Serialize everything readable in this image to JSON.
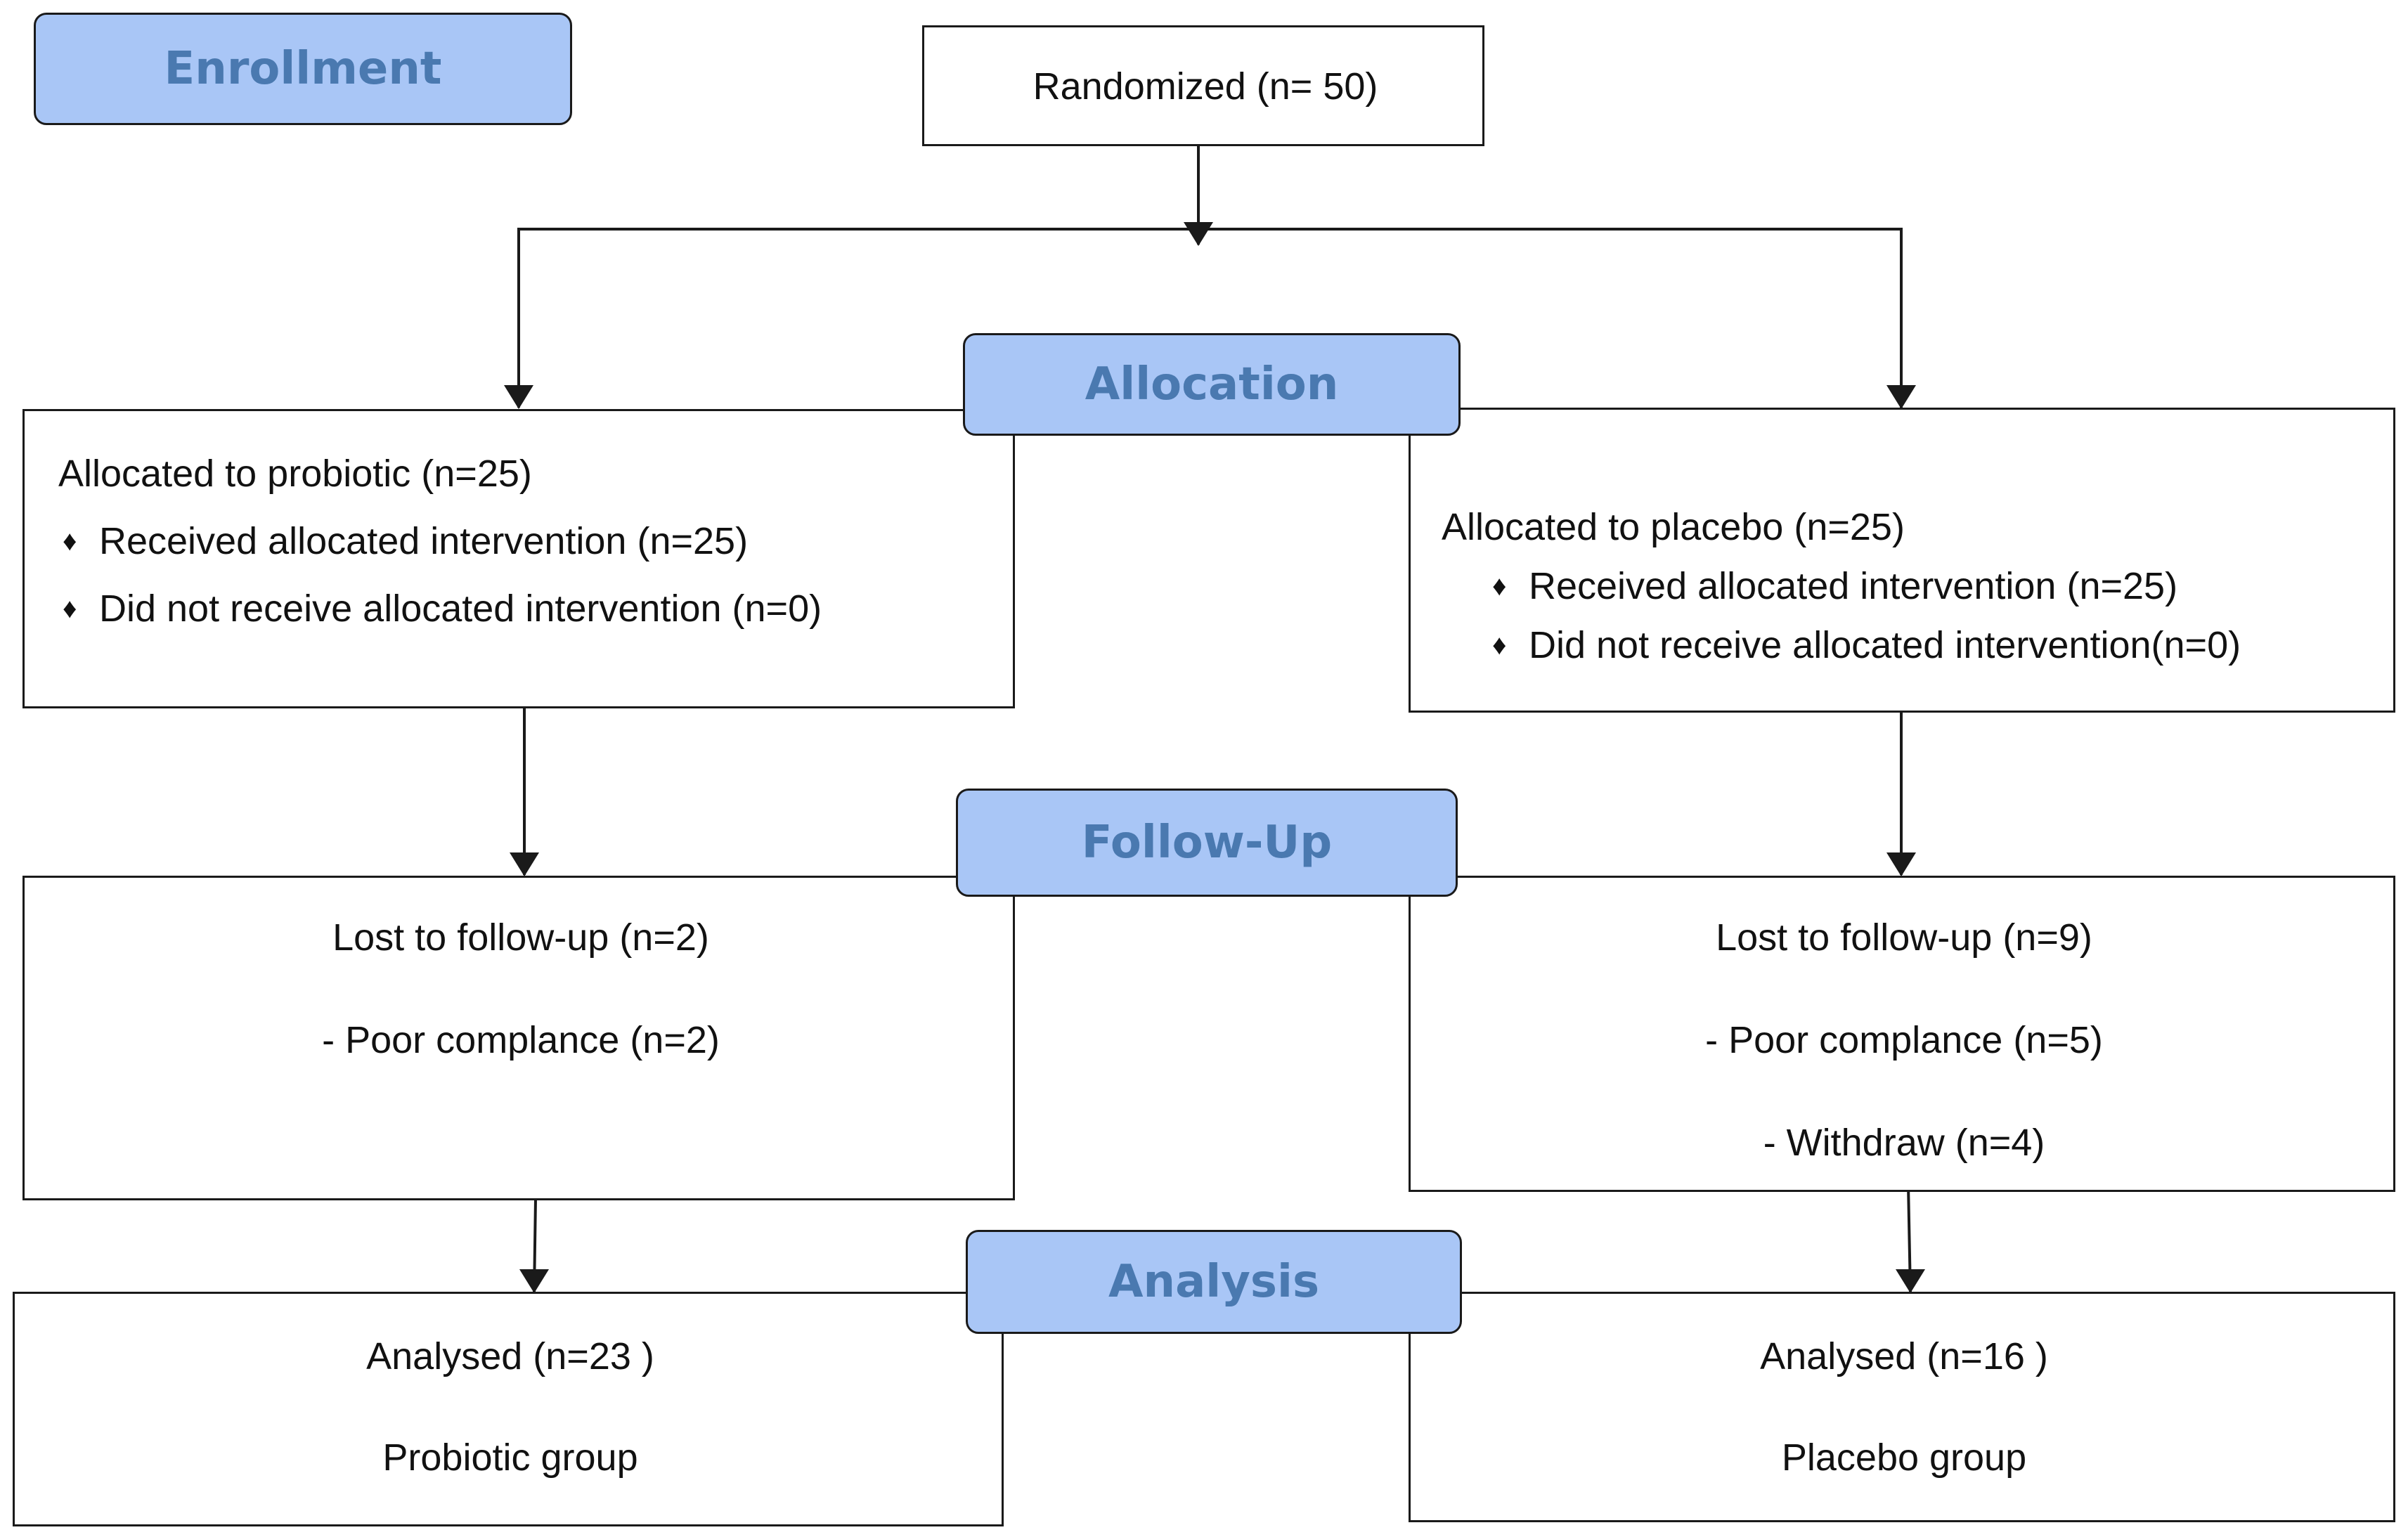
{
  "stages": {
    "enrollment": "Enrollment",
    "allocation": "Allocation",
    "follow_up": "Follow-Up",
    "analysis": "Analysis"
  },
  "randomized": "Randomized (n= 50)",
  "bullet_glyph": "♦",
  "probiotic": {
    "allocated": "Allocated to probiotic (n=25)",
    "received": "Received allocated intervention (n=25)",
    "not_received": "Did not receive allocated intervention (n=0)",
    "lost": "Lost to follow-up (n=2)",
    "poor_compliance": "- Poor complance (n=2)",
    "analysed": "Analysed  (n=23  )",
    "group": "Probiotic group"
  },
  "placebo": {
    "allocated": "Allocated to placebo (n=25)",
    "received": "Received allocated intervention (n=25)",
    "not_received": "Did not receive allocated intervention(n=0)",
    "lost": "Lost to follow-up (n=9)",
    "poor_compliance": "- Poor complance (n=5)",
    "withdraw": "- Withdraw (n=4)",
    "analysed": "Analysed  (n=16  )",
    "group": "Placebo group"
  },
  "colors": {
    "stage_fill": "#a9c6f6",
    "stage_text": "#4a79b0",
    "line": "#1a1a1a"
  }
}
